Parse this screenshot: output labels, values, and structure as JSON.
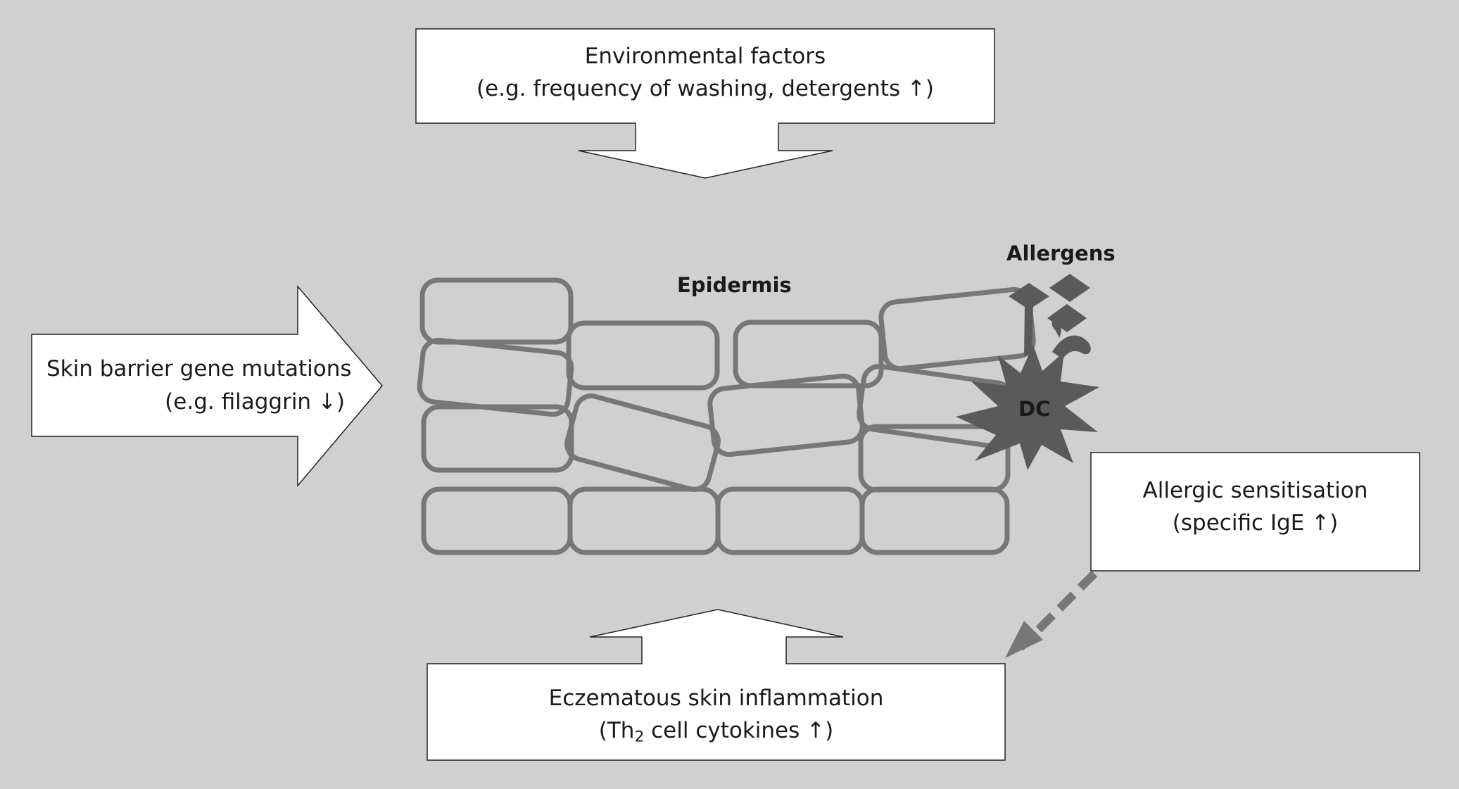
{
  "environmental": {
    "line1": "Environmental factors",
    "line2": "(e.g. frequency of washing, detergents ↑)"
  },
  "barrier": {
    "line1": "Skin barrier gene mutations",
    "line2": "(e.g. filaggrin ↓)"
  },
  "epidermis_label": "Epidermis",
  "allergens_label": "Allergens",
  "dc_label": "DC",
  "sensitisation": {
    "line1": "Allergic sensitisation",
    "line2": "(specific IgE ↑)"
  },
  "inflammation": {
    "line1": "Eczematous skin inflammation",
    "line2_pre": "(Th",
    "line2_sub": "2",
    "line2_post": " cell cytokines ↑)"
  },
  "colors": {
    "background": "#d0d0d0",
    "cell_stroke": "#777777",
    "dark_shape": "#5a5a5a",
    "box_fill": "#ffffff"
  }
}
